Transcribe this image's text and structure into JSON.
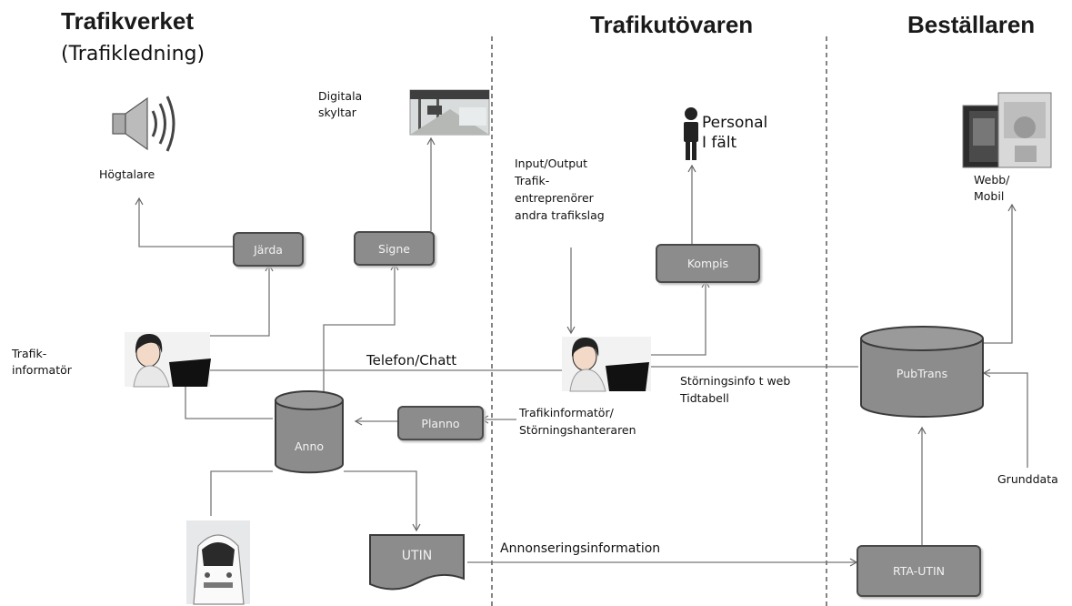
{
  "headers": {
    "trafikverket": "Trafikverket",
    "trafikledning": "(Trafikledning)",
    "trafikutovaren": "Trafikutövaren",
    "bestallaren": "Beställaren"
  },
  "labels": {
    "hogtalare": "Högtalare",
    "digitala_line1": "Digitala",
    "digitala_line2": "skyltar",
    "input_line1": "Input/Output",
    "input_line2": "Trafik-",
    "input_line3": "entreprenörer",
    "input_line4": "andra trafikslag",
    "personal_line1": "Personal",
    "personal_line2": "I fält",
    "webb_line1": "Webb/",
    "webb_line2": "Mobil",
    "trafikinformator_line1": "Trafik-",
    "trafikinformator_line2": "informatör",
    "telefon_chatt": "Telefon/Chatt",
    "storningsinfo_line1": "Störningsinfo t web",
    "storningsinfo_line2": "Tidtabell",
    "storningshant_line1": "Trafikinformatör/",
    "storningshant_line2": "Störningshanteraren",
    "grunddata": "Grunddata",
    "annonsering": "Annonseringsinformation"
  },
  "nodes": {
    "jarda": "Järda",
    "signe": "Signe",
    "kompis": "Kompis",
    "planno": "Planno",
    "anno": "Anno",
    "pubtrans": "PubTrans",
    "utin": "UTIN",
    "rta_utin": "RTA-UTIN"
  },
  "colors": {
    "box_fill": "#8c8c8c",
    "box_border": "#4a4a4a",
    "line": "#777777"
  }
}
